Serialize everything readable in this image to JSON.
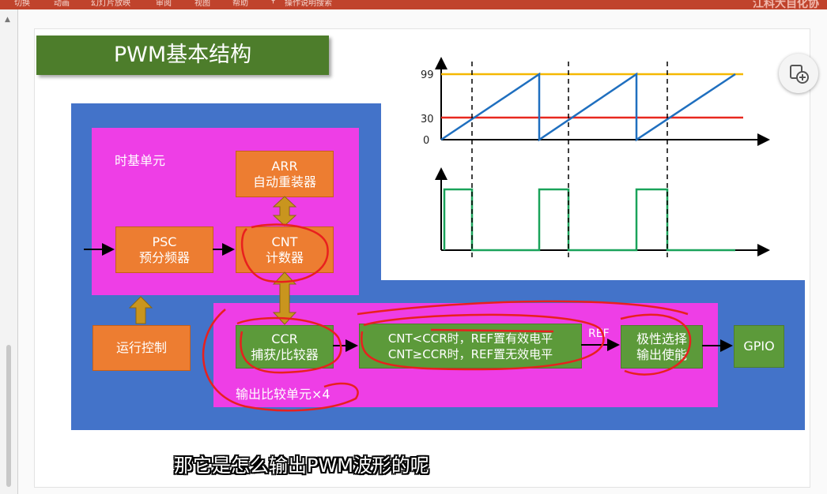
{
  "ribbon": {
    "tabs": [
      "切换",
      "动画",
      "幻灯片放映",
      "审阅",
      "视图",
      "帮助",
      "操作说明搜索"
    ],
    "brand_text": "江科大自化协"
  },
  "slide": {
    "title": "PWM基本结构",
    "time_base_label": "时基单元",
    "arr_box": {
      "line1": "ARR",
      "line2": "自动重装器"
    },
    "psc_box": {
      "line1": "PSC",
      "line2": "预分频器"
    },
    "cnt_box": {
      "line1": "CNT",
      "line2": "计数器"
    },
    "run_ctrl_box": "运行控制",
    "ccr_box": {
      "line1": "CCR",
      "line2": "捕获/比较器"
    },
    "mode_box": {
      "line1": "CNT<CCR时，REF置有效电平",
      "line2": "CNT≥CCR时，REF置无效电平"
    },
    "ref_label": "REF",
    "polarity_box": {
      "line1": "极性选择",
      "line2": "输出使能"
    },
    "gpio_box": "GPIO",
    "output_unit_label": "输出比较单元×4"
  },
  "chart": {
    "y_ticks": [
      "99",
      "30",
      "0"
    ],
    "arr_value": 99,
    "ccr_value": 30,
    "colors": {
      "arr_line": "#f5b800",
      "ccr_line": "#e8281f",
      "cnt_line": "#1f6fbf",
      "pwm_line": "#1aa35a",
      "annotation": "#e8201e"
    }
  },
  "subtitle": "那它是怎么输出PWM波形的呢",
  "icons": {
    "fab": "add-copy-icon"
  }
}
